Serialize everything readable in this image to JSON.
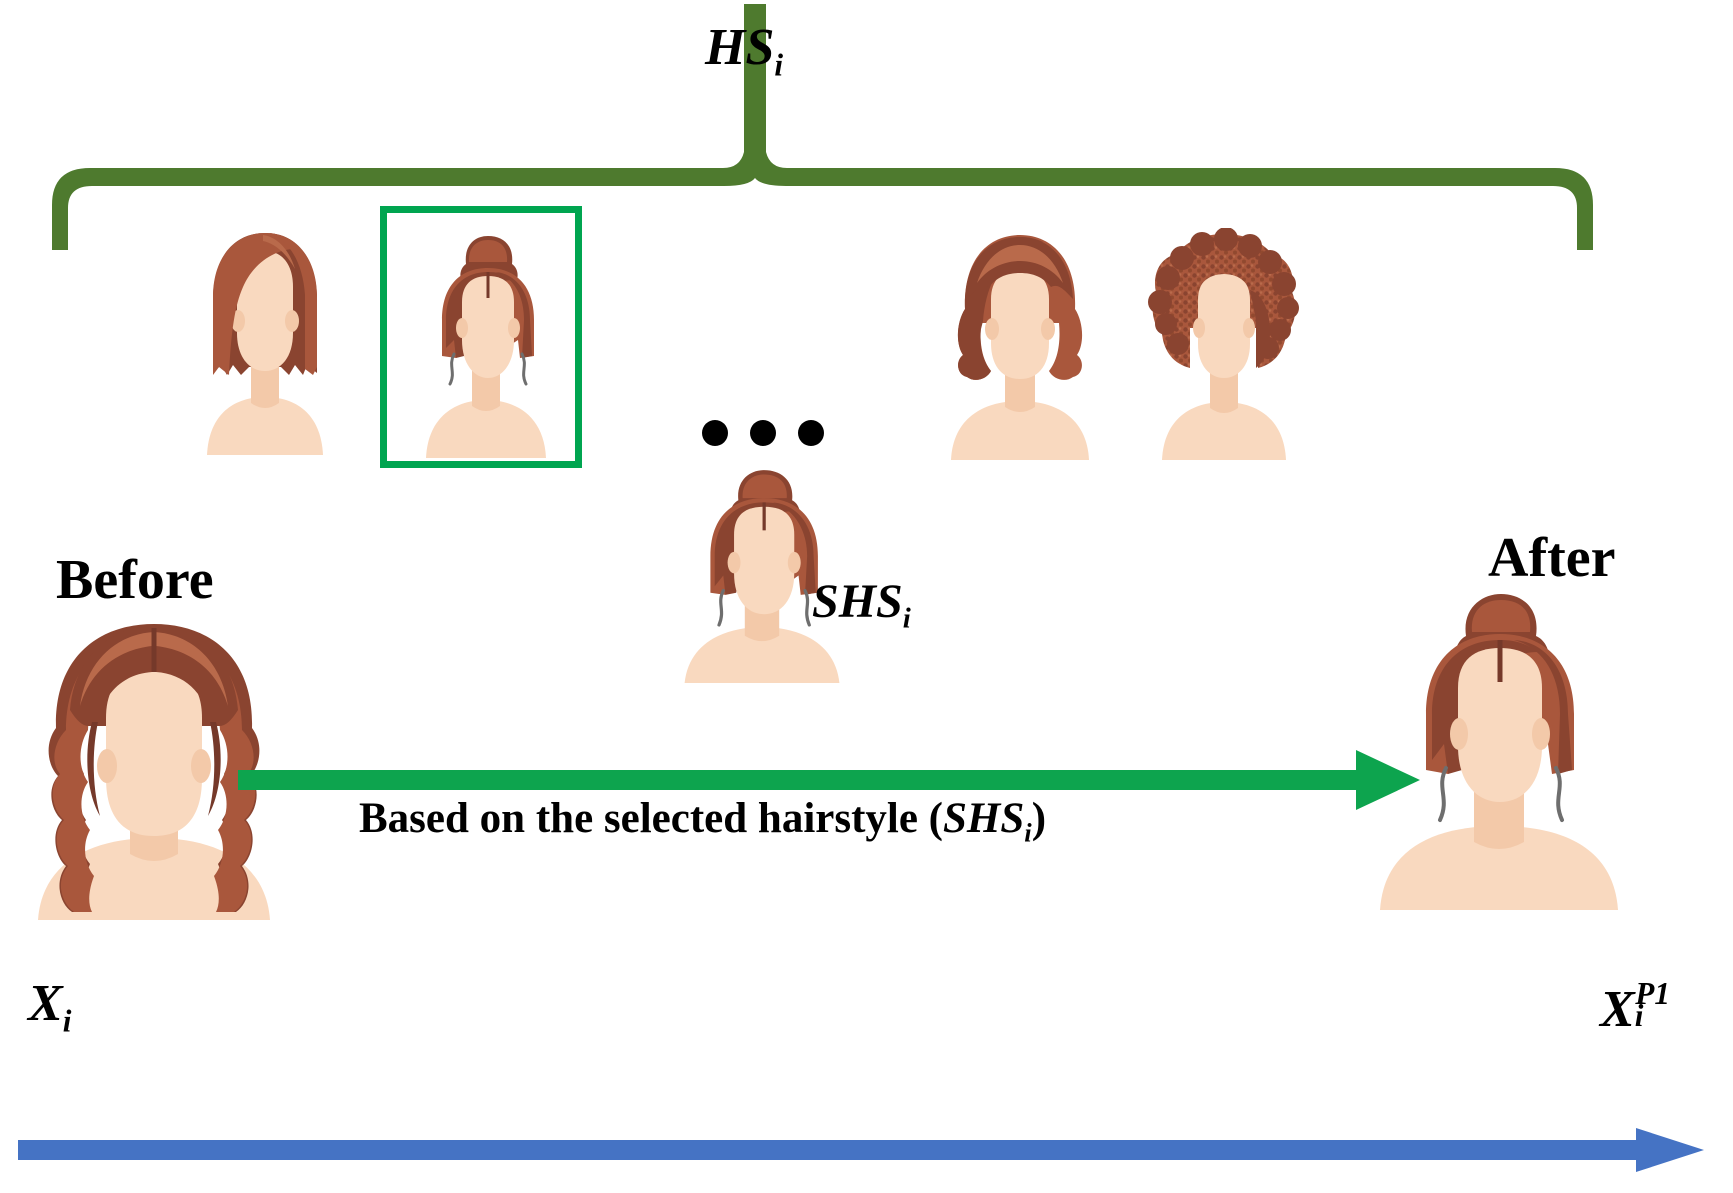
{
  "diagram": {
    "title_label": "HS",
    "title_sub": "i",
    "brace_color": "#4E7A2E",
    "selection_color": "#00A550",
    "arrow_color": "#0DA44E",
    "timeline_color": "#4573C4",
    "background": "#ffffff"
  },
  "gallery": {
    "bracket_label_base": "HS",
    "bracket_label_sub": "i",
    "ellipsis": "• • •",
    "items": [
      {
        "name": "long-straight-bob",
        "selected": false
      },
      {
        "name": "updo-bun",
        "selected": true
      },
      {
        "name": "wavy-bob",
        "selected": false
      },
      {
        "name": "afro-curly",
        "selected": false
      }
    ]
  },
  "selected_style": {
    "label_base": "SHS",
    "label_sub": "i"
  },
  "before": {
    "label": "Before",
    "hair": "long-wavy-center-part"
  },
  "after": {
    "label": "After",
    "hair": "updo-bun"
  },
  "transform": {
    "caption_prefix": "Based on the selected hairstyle (",
    "caption_math_base": "SHS",
    "caption_math_sub": "i",
    "caption_suffix": ")"
  },
  "timeline": {
    "start_label_base": "X",
    "start_label_sub": "i",
    "end_label_base": "X",
    "end_label_sub": "i",
    "end_label_sup": "P1"
  },
  "palette": {
    "skin": "#F9D9BF",
    "skin_shadow": "#F3C9A9",
    "skin_light": "#FBE3CE",
    "hair_mid": "#A9573C",
    "hair_dark": "#8A4430",
    "hair_light": "#B96A4B",
    "hair_deep": "#75392A",
    "strand": "#6E6E6E"
  }
}
